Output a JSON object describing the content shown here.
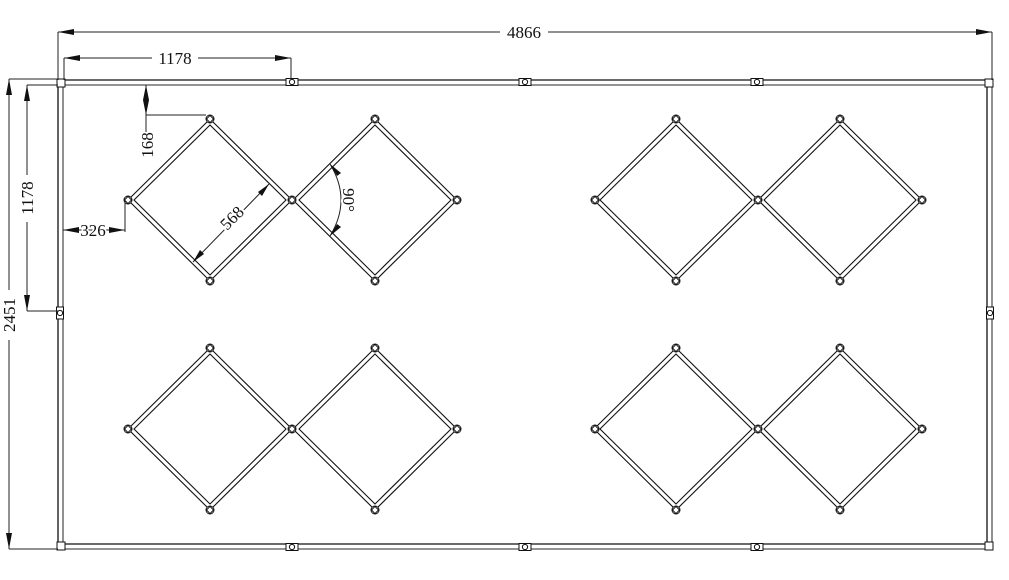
{
  "drawing": {
    "type": "cad-plan-view",
    "units": "mm",
    "frame": {
      "overall_width": "4866",
      "overall_height": "2451"
    },
    "dimensions": {
      "overall_width": {
        "label": "4866"
      },
      "overall_height": {
        "label": "2451"
      },
      "half_height": {
        "label": "1178"
      },
      "connector_spacing": {
        "label": "1178"
      },
      "top_offset": {
        "label": "168"
      },
      "side_offset": {
        "label": "326"
      },
      "diamond_side": {
        "label": "568"
      },
      "angle": {
        "label": "90°"
      }
    },
    "diamond_groups": [
      {
        "id": "top-left",
        "count": 2
      },
      {
        "id": "top-right",
        "count": 2
      },
      {
        "id": "bottom-left",
        "count": 2
      },
      {
        "id": "bottom-right",
        "count": 2
      }
    ],
    "colors": {
      "line": "#111111",
      "background": "#ffffff"
    }
  }
}
